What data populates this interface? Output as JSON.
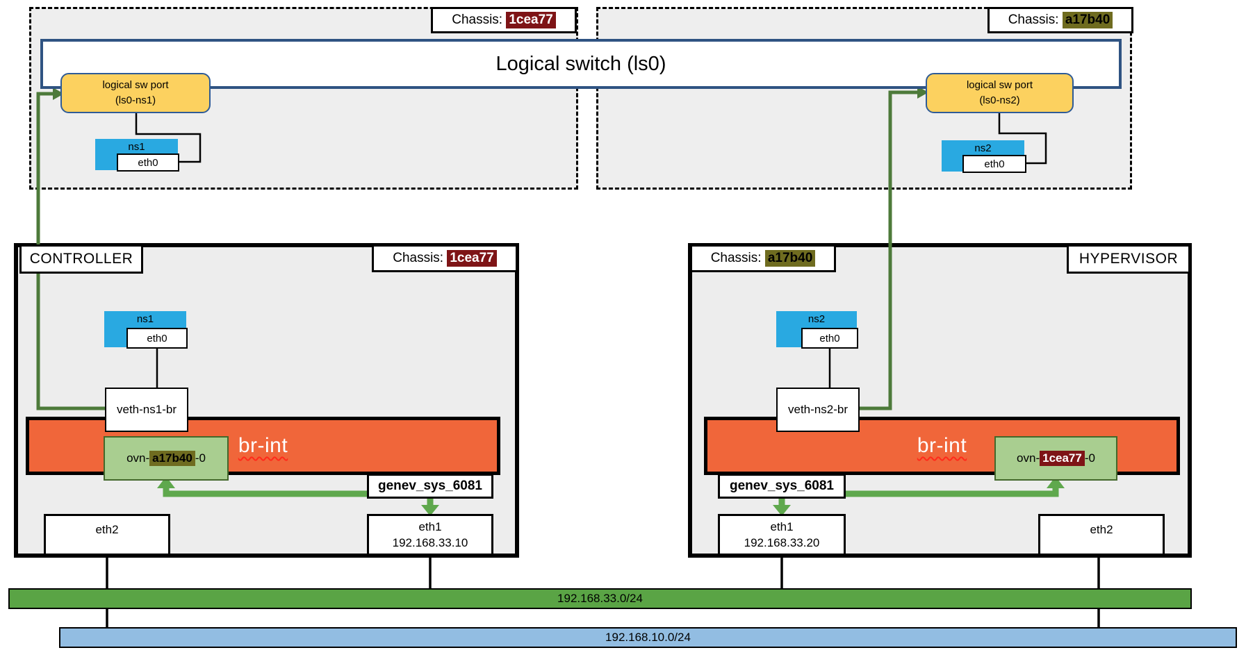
{
  "colors": {
    "accent_navy": "#2f5382",
    "port_yellow": "#fcd15f",
    "namespace_blue": "#29a9e1",
    "bridge_orange": "#f0663a",
    "ovn_port_green": "#a9ce90",
    "arrow_green_dark": "#4d7a3a",
    "arrow_green_bright": "#5fa84d",
    "tunnel_net_green": "#5aa445",
    "mgmt_net_blue": "#92bde2",
    "chassis_1cea77_highlight": "#7e1416",
    "chassis_a17b40_highlight": "#6f6c20"
  },
  "logical_layer": {
    "zone_left": {
      "chassis_label": "Chassis: ",
      "chassis_id": "1cea77"
    },
    "zone_right": {
      "chassis_label": "Chassis: ",
      "chassis_id": "a17b40"
    },
    "switch_title": "Logical switch (ls0)",
    "port_left": {
      "line1": "logical sw port",
      "line2": "(ls0-ns1)"
    },
    "port_right": {
      "line1": "logical sw port",
      "line2": "(ls0-ns2)"
    },
    "ns_left": {
      "name": "ns1",
      "iface": "eth0"
    },
    "ns_right": {
      "name": "ns2",
      "iface": "eth0"
    }
  },
  "controller": {
    "title": "CONTROLLER",
    "chassis_label": "Chassis: ",
    "chassis_id": "1cea77",
    "ns": {
      "name": "ns1",
      "iface": "eth0"
    },
    "veth": "veth-ns1-br",
    "bridge": "br-int",
    "ovn_port": {
      "prefix": "ovn-",
      "id": "a17b40",
      "suffix": "-0"
    },
    "tunnel_iface": "genev_sys_6081",
    "eth1": {
      "name": "eth1",
      "ip": "192.168.33.10"
    },
    "eth2": "eth2"
  },
  "hypervisor": {
    "title": "HYPERVISOR",
    "chassis_label": "Chassis: ",
    "chassis_id": "a17b40",
    "ns": {
      "name": "ns2",
      "iface": "eth0"
    },
    "veth": "veth-ns2-br",
    "bridge": "br-int",
    "ovn_port": {
      "prefix": "ovn-",
      "id": "1cea77",
      "suffix": "-0"
    },
    "tunnel_iface": "genev_sys_6081",
    "eth1": {
      "name": "eth1",
      "ip": "192.168.33.20"
    },
    "eth2": "eth2"
  },
  "networks": {
    "tunnel_network": "192.168.33.0/24",
    "management_network": "192.168.10.0/24"
  }
}
